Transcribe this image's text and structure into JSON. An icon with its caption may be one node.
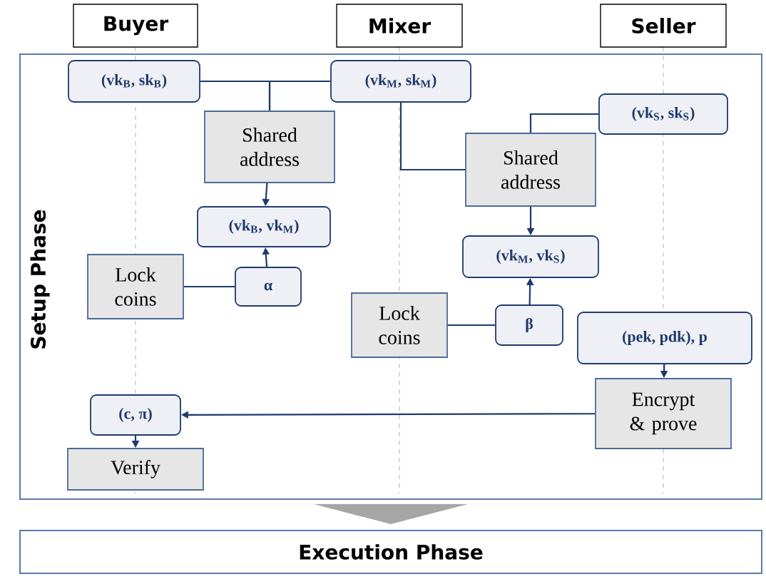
{
  "diagram": {
    "nodes": [
      {
        "text": [
          "Buyer"
        ]
      },
      {
        "text": [
          "Mixer"
        ]
      },
      {
        "text": [
          "Seller"
        ]
      },
      {
        "text": [
          "Setup Phase"
        ]
      },
      {
        "text": [
          "Execution Phase"
        ]
      },
      {
        "text": [
          "(vk$_{B}$, sk$_{B}$)"
        ],
        "in": 3
      },
      {
        "text": [
          "(vk$_{M}$, sk$_{M}$)"
        ],
        "in": 3
      },
      {
        "text": [
          "Shared address"
        ],
        "in": 3
      },
      {
        "text": [
          "(vk$_{B}$, vk$_{M}$)"
        ],
        "in": 3
      },
      {
        "text": [
          "Lock coins"
        ],
        "in": 3
      },
      {
        "text": [
          "α"
        ],
        "in": 3
      },
      {
        "text": [
          "(vk$_{S}$, sk$_{S}$)"
        ],
        "in": 3
      },
      {
        "text": [
          "Shared address"
        ],
        "in": 3
      },
      {
        "text": [
          "(vk$_{M}$, vk$_{S}$)"
        ],
        "in": 3
      },
      {
        "text": [
          "Lock coins"
        ],
        "in": 3
      },
      {
        "text": [
          "β"
        ],
        "in": 3
      },
      {
        "text": [
          "(pek, pdk),  p"
        ],
        "in": 3
      },
      {
        "text": [
          "Encrypt & prove"
        ],
        "in": 3
      },
      {
        "text": [
          "(c, π)"
        ],
        "in": 3
      },
      {
        "text": [
          "Verify"
        ],
        "in": 3
      }
    ],
    "edges": [
      {
        "from": 5,
        "to": 7,
        "arrow": "none"
      },
      {
        "from": 6,
        "to": 7,
        "arrow": "none"
      },
      {
        "from": 7,
        "to": 8,
        "arrow": "to"
      },
      {
        "from": 9,
        "to": 10,
        "arrow": "none"
      },
      {
        "from": 10,
        "to": 8,
        "arrow": "to"
      },
      {
        "from": 6,
        "to": 12,
        "arrow": "none"
      },
      {
        "from": 11,
        "to": 12,
        "arrow": "none"
      },
      {
        "from": 12,
        "to": 13,
        "arrow": "to"
      },
      {
        "from": 14,
        "to": 15,
        "arrow": "none"
      },
      {
        "from": 15,
        "to": 13,
        "arrow": "to"
      },
      {
        "from": 16,
        "to": 17,
        "arrow": "to"
      },
      {
        "from": 17,
        "to": 18,
        "arrow": "to"
      },
      {
        "from": 18,
        "to": 19,
        "arrow": "to"
      },
      {
        "from": 3,
        "to": 4,
        "arrow": "to",
        "style": "thick",
        "color": "#a6a6a6"
      }
    ]
  }
}
